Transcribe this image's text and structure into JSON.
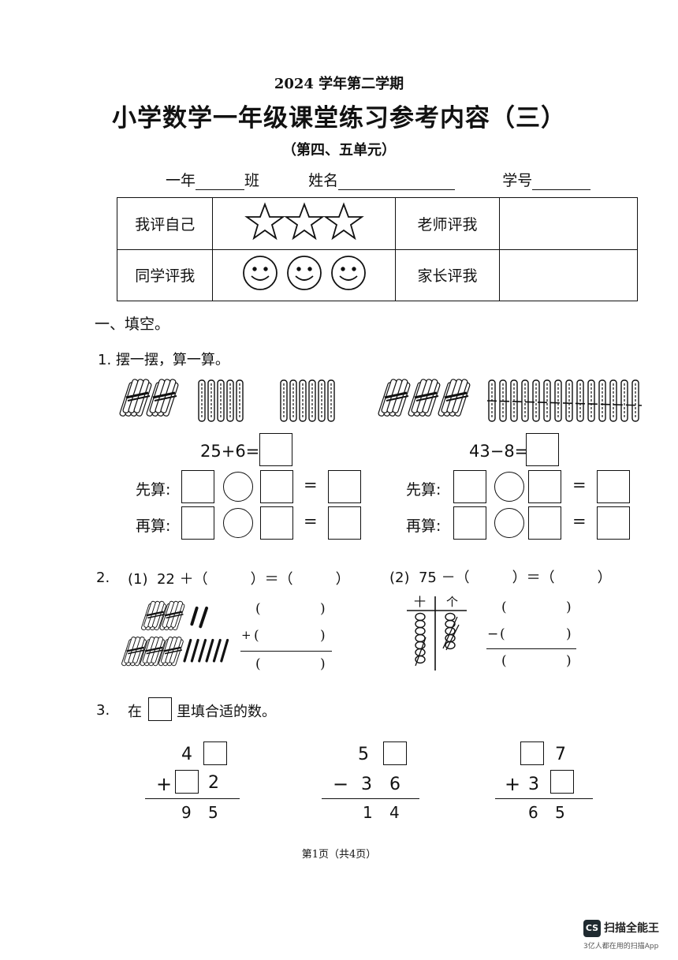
{
  "header": {
    "year_term": "2024 学年第二学期",
    "title": "小学数学一年级课堂练习参考内容（三）",
    "subtitle": "（第四、五单元）",
    "grade_label": "一年",
    "class_label": "班",
    "name_label": "姓名",
    "number_label": "学号"
  },
  "evaluation": {
    "self_label": "我评自己",
    "teacher_label": "老师评我",
    "peer_label": "同学评我",
    "parent_label": "家长评我"
  },
  "section1": {
    "title": "一、填空。",
    "q1": {
      "label": "1.  摆一摆，算一算。",
      "left_expr": "25+6=",
      "right_expr": "43−8=",
      "first_label": "先算:",
      "then_label": "再算:",
      "equals": "="
    },
    "q2": {
      "num": "2.",
      "part1": "(1)  22 ＋（　　　）＝（　　　）",
      "part2": "(2)  75 －（　　　）＝（　　　）",
      "paren_open": "(",
      "paren_close": ")",
      "plus": "+",
      "minus": "−",
      "abacus_tens": "十",
      "abacus_ones": "个"
    },
    "q3": {
      "num": "3.",
      "prefix": "在",
      "suffix": "里填合适的数。",
      "problem1": {
        "top": "4",
        "op": "+",
        "bottom": "2",
        "result": [
          "9",
          "5"
        ]
      },
      "problem2": {
        "top": "5",
        "op": "−",
        "bottom": [
          "3",
          "6"
        ],
        "result": [
          "1",
          "4"
        ]
      },
      "problem3": {
        "top": "7",
        "op": "+",
        "bottom": "3",
        "result": [
          "6",
          "5"
        ]
      }
    }
  },
  "footer": {
    "page": "第1页（共4页）",
    "watermark_brand": "扫描全能王",
    "watermark_tagline": "3亿人都在用的扫描App",
    "watermark_logo": "CS"
  }
}
